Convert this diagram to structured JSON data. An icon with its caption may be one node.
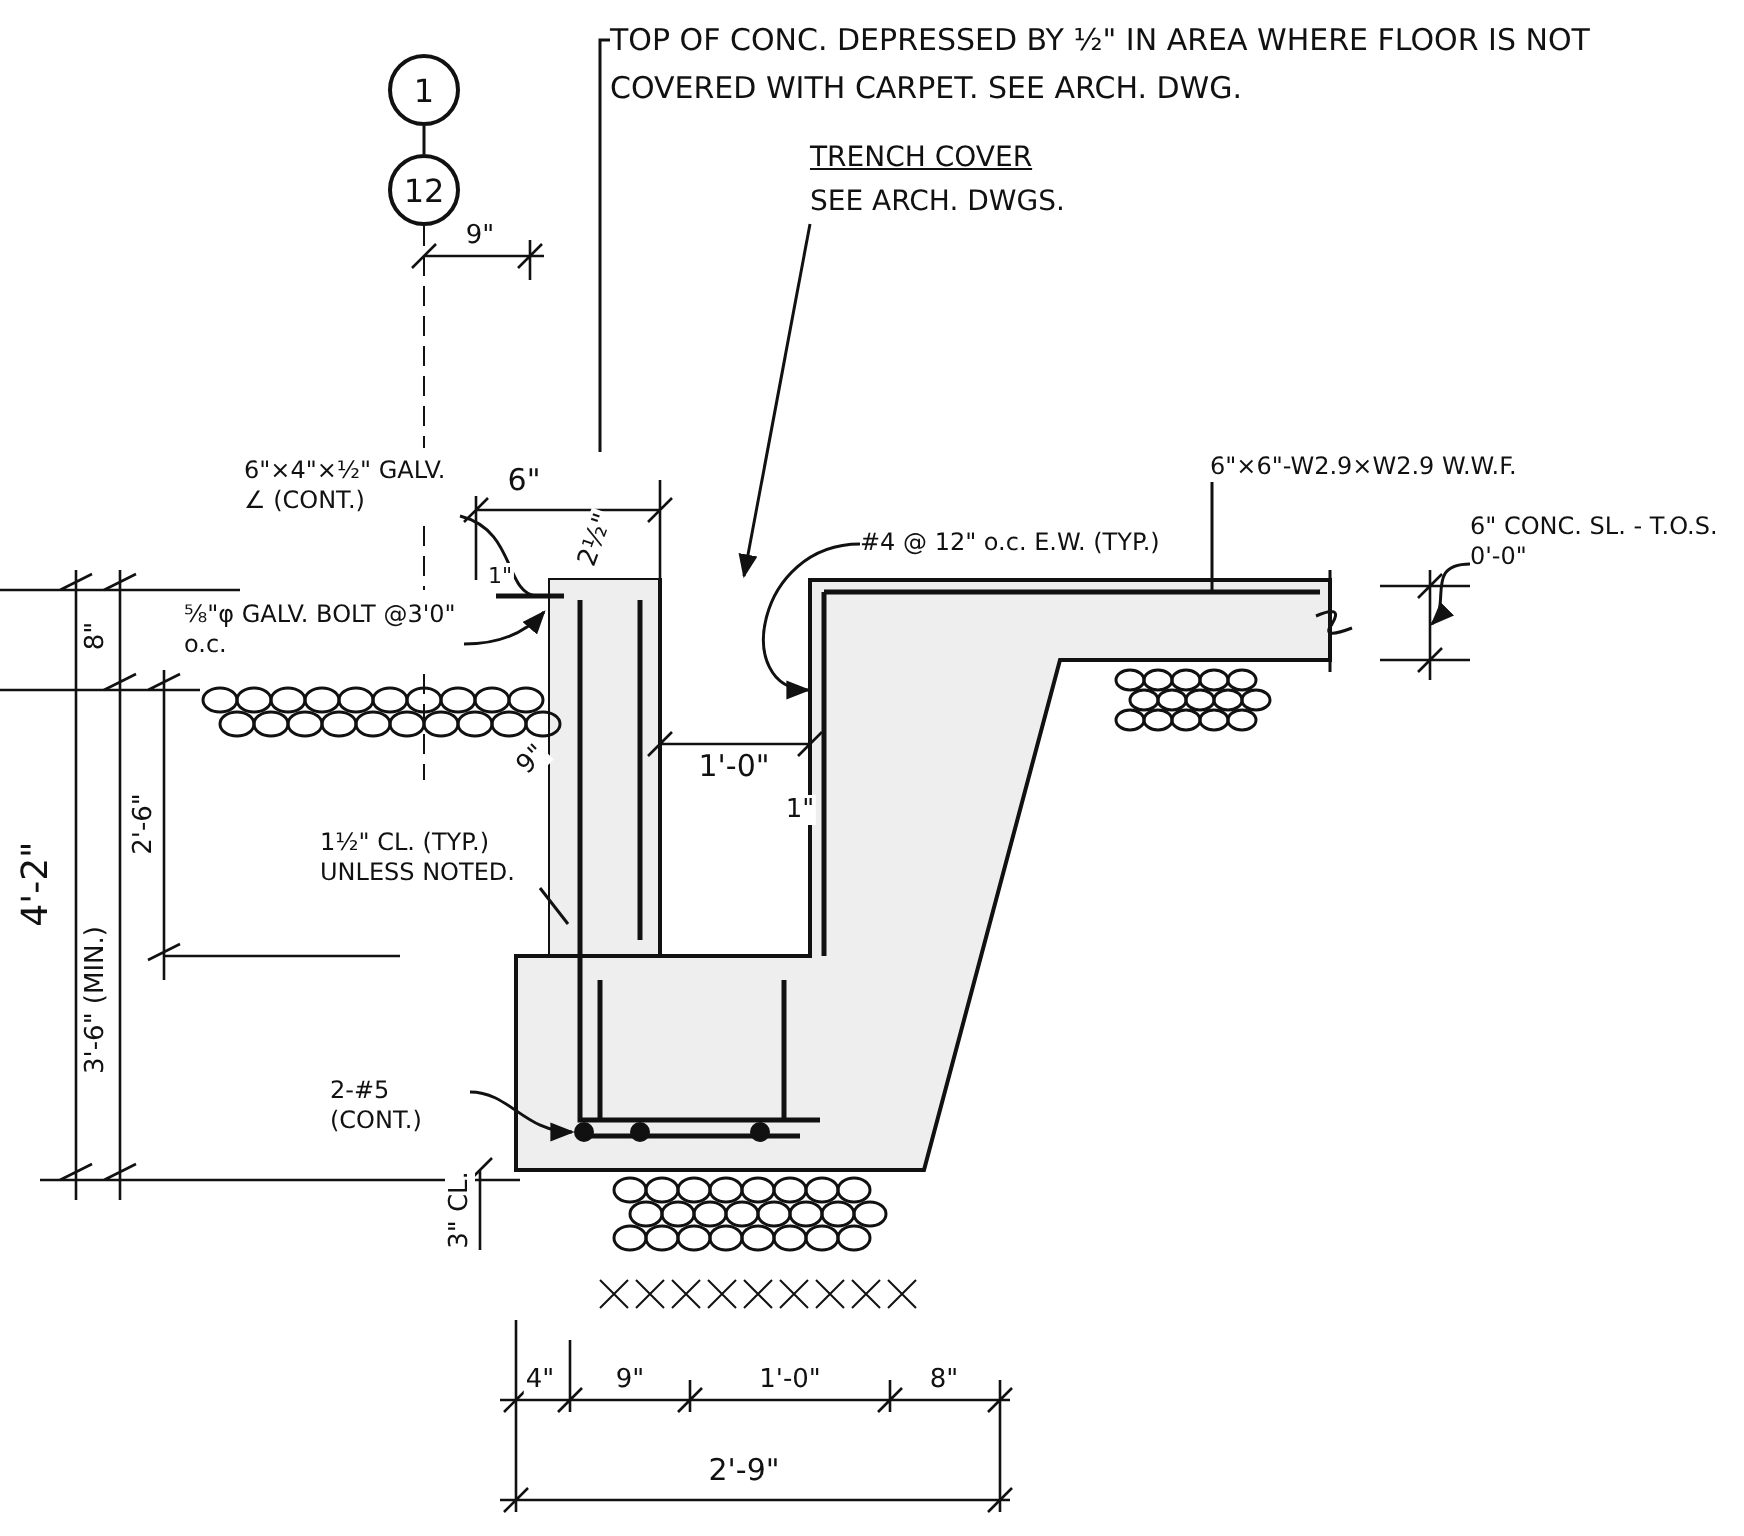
{
  "diagram": {
    "nodes": [
      {
        "text": [
          "1"
        ]
      },
      {
        "text": [
          "12"
        ]
      },
      {
        "text": [
          "TOP OF CONC. DEPRESSED BY ½\" IN AREA WHERE FLOOR IS NOT COVERED WITH CARPET. SEE ARCH. DWG."
        ]
      },
      {
        "text": [
          "TRENCH COVER",
          "SEE ARCH. DWGS."
        ]
      },
      {
        "text": [
          "6\"×4\"×½\" GALV. ∠ (CONT.)"
        ]
      },
      {
        "text": [
          "⅝\"φ GALV. BOLT @3'0\" o.c."
        ]
      },
      {
        "text": [
          "#4 @ 12\" o.c. E.W. (TYP.)"
        ]
      },
      {
        "text": [
          "6\"×6\"-W2.9×W2.9 W.W.F."
        ]
      },
      {
        "text": [
          "6\" CONC. SL. - T.O.S. 0'-0\""
        ]
      },
      {
        "text": [
          "1½\" CL. (TYP.) UNLESS NOTED."
        ]
      },
      {
        "text": [
          "2-#5 (CONT.)"
        ]
      }
    ],
    "edges": [
      {
        "from": 0,
        "to": 1,
        "arrow": "none"
      },
      {
        "from": 2,
        "to": null,
        "arrow": "none"
      },
      {
        "from": 3,
        "to": null,
        "arrow": "to"
      },
      {
        "from": 4,
        "to": null,
        "arrow": "none"
      },
      {
        "from": 5,
        "to": null,
        "arrow": "to"
      },
      {
        "from": 6,
        "to": null,
        "arrow": "to"
      },
      {
        "from": 7,
        "to": null,
        "arrow": "none"
      },
      {
        "from": 8,
        "to": null,
        "arrow": "to"
      },
      {
        "from": 9,
        "to": null,
        "arrow": "none"
      },
      {
        "from": 10,
        "to": null,
        "arrow": "to"
      }
    ],
    "labels": [
      "9\"",
      "6\"",
      "1\"",
      "2½\"",
      "8\"",
      "2'-6\"",
      "4'-2\"",
      "3'-6\" (MIN.)",
      "9\"",
      "1'-0\"",
      "1\"",
      "3\" CL.",
      "4\"",
      "9\"",
      "1'-0\"",
      "8\"",
      "2'-9\""
    ]
  }
}
